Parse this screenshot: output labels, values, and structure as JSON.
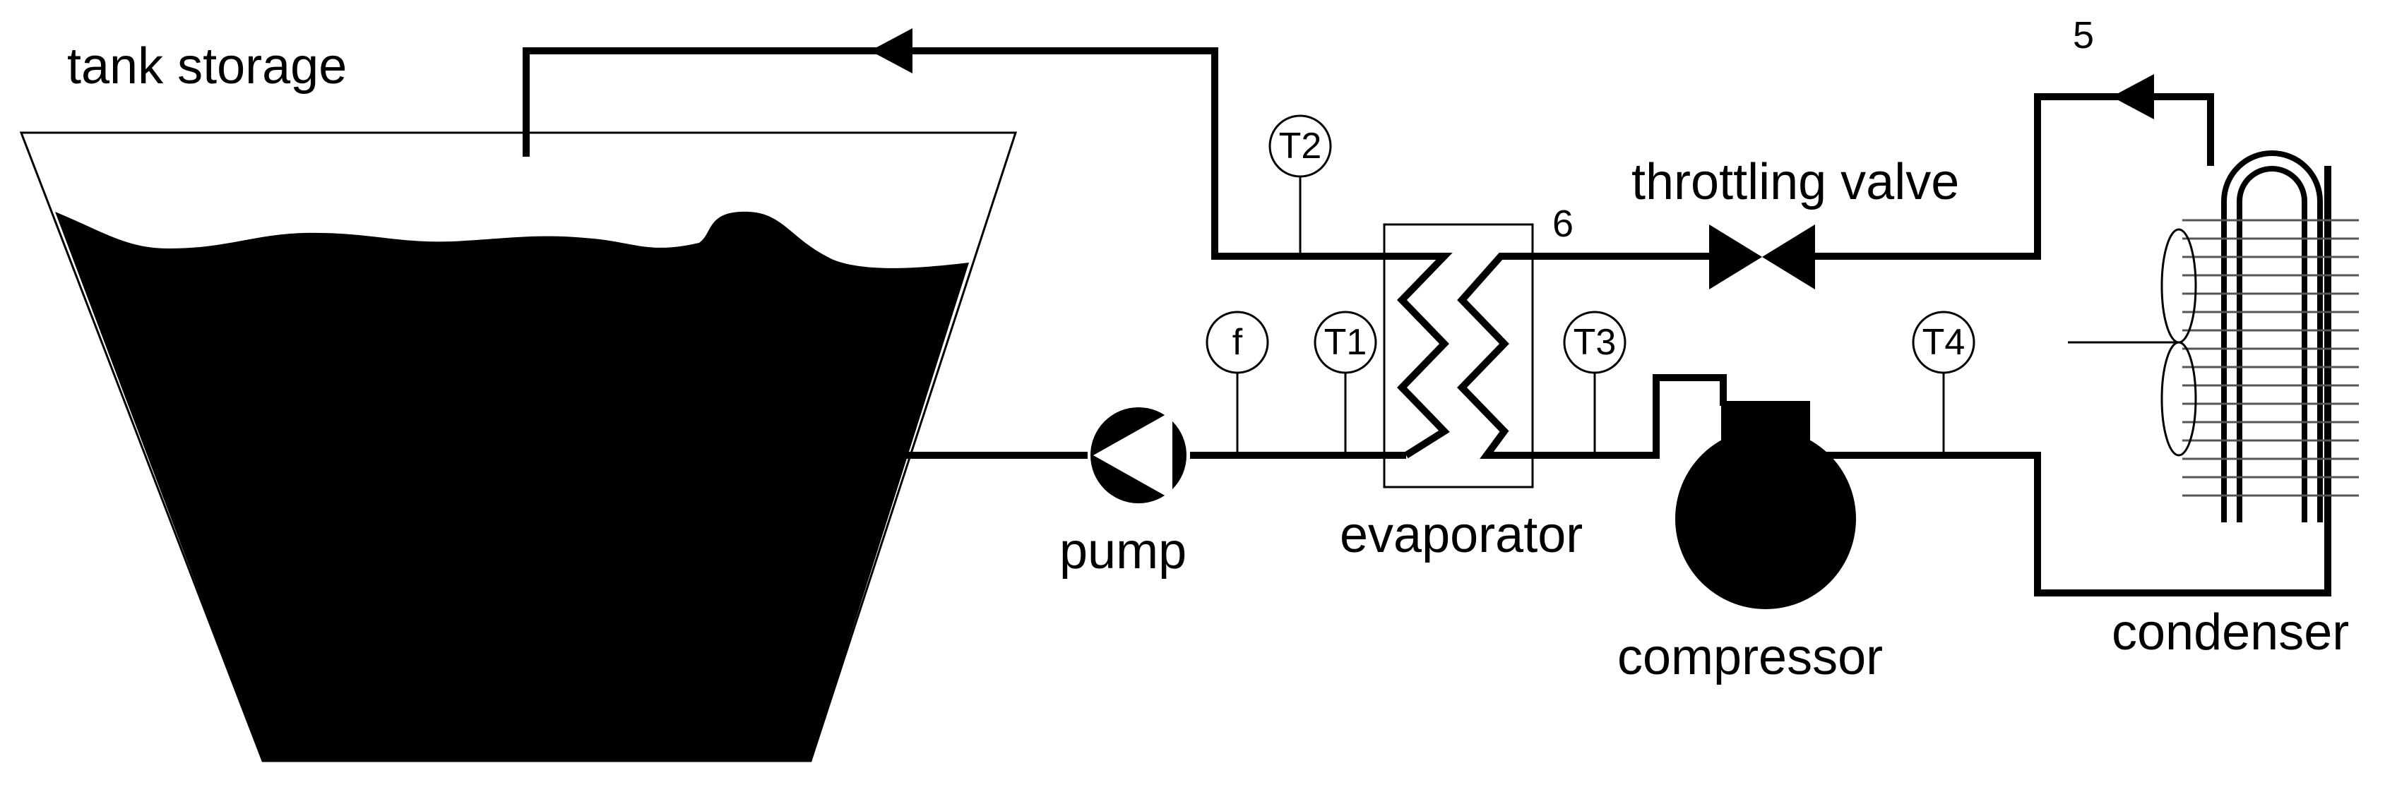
{
  "labels": {
    "tank": "tank storage",
    "pump": "pump",
    "evaporator": "evaporator",
    "compressor": "compressor",
    "condenser": "condenser",
    "valve": "throttling valve",
    "point5": "5",
    "point6": "6"
  },
  "gauges": {
    "flow": "f",
    "t1": "T1",
    "t2": "T2",
    "t3": "T3",
    "t4": "T4"
  },
  "colors": {
    "line": "#000000",
    "fill": "#000000",
    "background": "#ffffff"
  }
}
